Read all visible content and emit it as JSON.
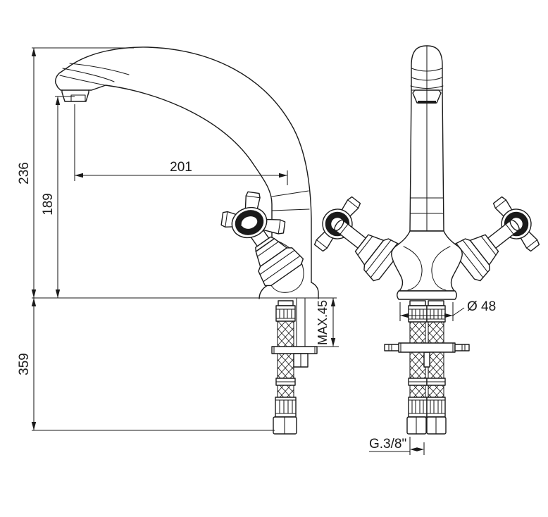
{
  "page": {
    "background": "#ffffff",
    "line_color": "#1a1a1a",
    "kind": "technical dimensional drawing",
    "subject": "two-handle kitchen mixer tap with high-arc swivel spout, side view and front view with flexible supply hoses"
  },
  "icons": {
    "handle_cap_logo": "script-signature"
  },
  "dimensions": {
    "total_height": "236",
    "outlet_height": "189",
    "below_counter_length": "359",
    "spout_reach": "201",
    "max_counter_thickness": "MAX.45",
    "base_diameter": "Ø 48",
    "hose_thread": "G.3/8\""
  }
}
